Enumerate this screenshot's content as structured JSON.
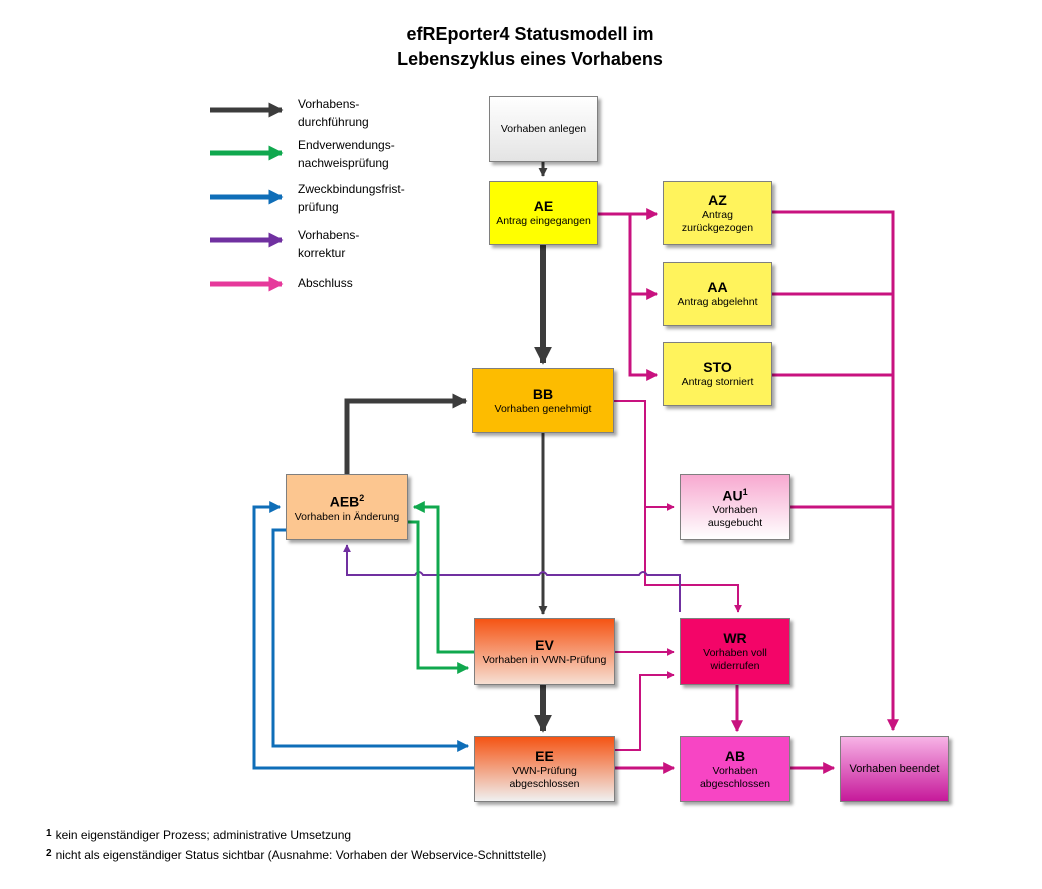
{
  "title": {
    "line1": "efREporter4 Statusmodell im",
    "line2": "Lebenszyklus eines Vorhabens"
  },
  "legend": [
    {
      "label": "Vorhabens-\ndurchführung",
      "color": "#3c3c3c"
    },
    {
      "label": "Endverwendungs-\nnachweisprüfung",
      "color": "#10a84e"
    },
    {
      "label": "Zweckbindungsfrist-\nprüfung",
      "color": "#0f6eb8"
    },
    {
      "label": "Vorhabens-\nkorrektur",
      "color": "#7030a0"
    },
    {
      "label": "Abschluss",
      "color": "#e6399b"
    }
  ],
  "nodes": {
    "start": {
      "label": "Vorhaben anlegen"
    },
    "ae": {
      "code": "AE",
      "label": "Antrag eingegangen"
    },
    "az": {
      "code": "AZ",
      "label": "Antrag zurückgezogen"
    },
    "aa": {
      "code": "AA",
      "label": "Antrag abgelehnt"
    },
    "sto": {
      "code": "STO",
      "label": "Antrag storniert"
    },
    "bb": {
      "code": "BB",
      "label": "Vorhaben genehmigt"
    },
    "aeb": {
      "code": "AEB",
      "sup": "2",
      "label": "Vorhaben in Änderung"
    },
    "au": {
      "code": "AU",
      "sup": "1",
      "label": "Vorhaben ausgebucht"
    },
    "ev": {
      "code": "EV",
      "label": "Vorhaben in VWN-Prüfung"
    },
    "wr": {
      "code": "WR",
      "label": "Vorhaben voll widerrufen"
    },
    "ee": {
      "code": "EE",
      "label": "VWN-Prüfung abgeschlossen"
    },
    "ab": {
      "code": "AB",
      "label": "Vorhaben abgeschlossen"
    },
    "end": {
      "label": "Vorhaben beendet"
    }
  },
  "footnotes": [
    {
      "mark": "1",
      "text": "kein eigenständiger Prozess; administrative Umsetzung"
    },
    {
      "mark": "2",
      "text": "nicht als eigenständiger Status sichtbar (Ausnahme: Vorhaben der Webservice-Schnittstelle)"
    }
  ]
}
